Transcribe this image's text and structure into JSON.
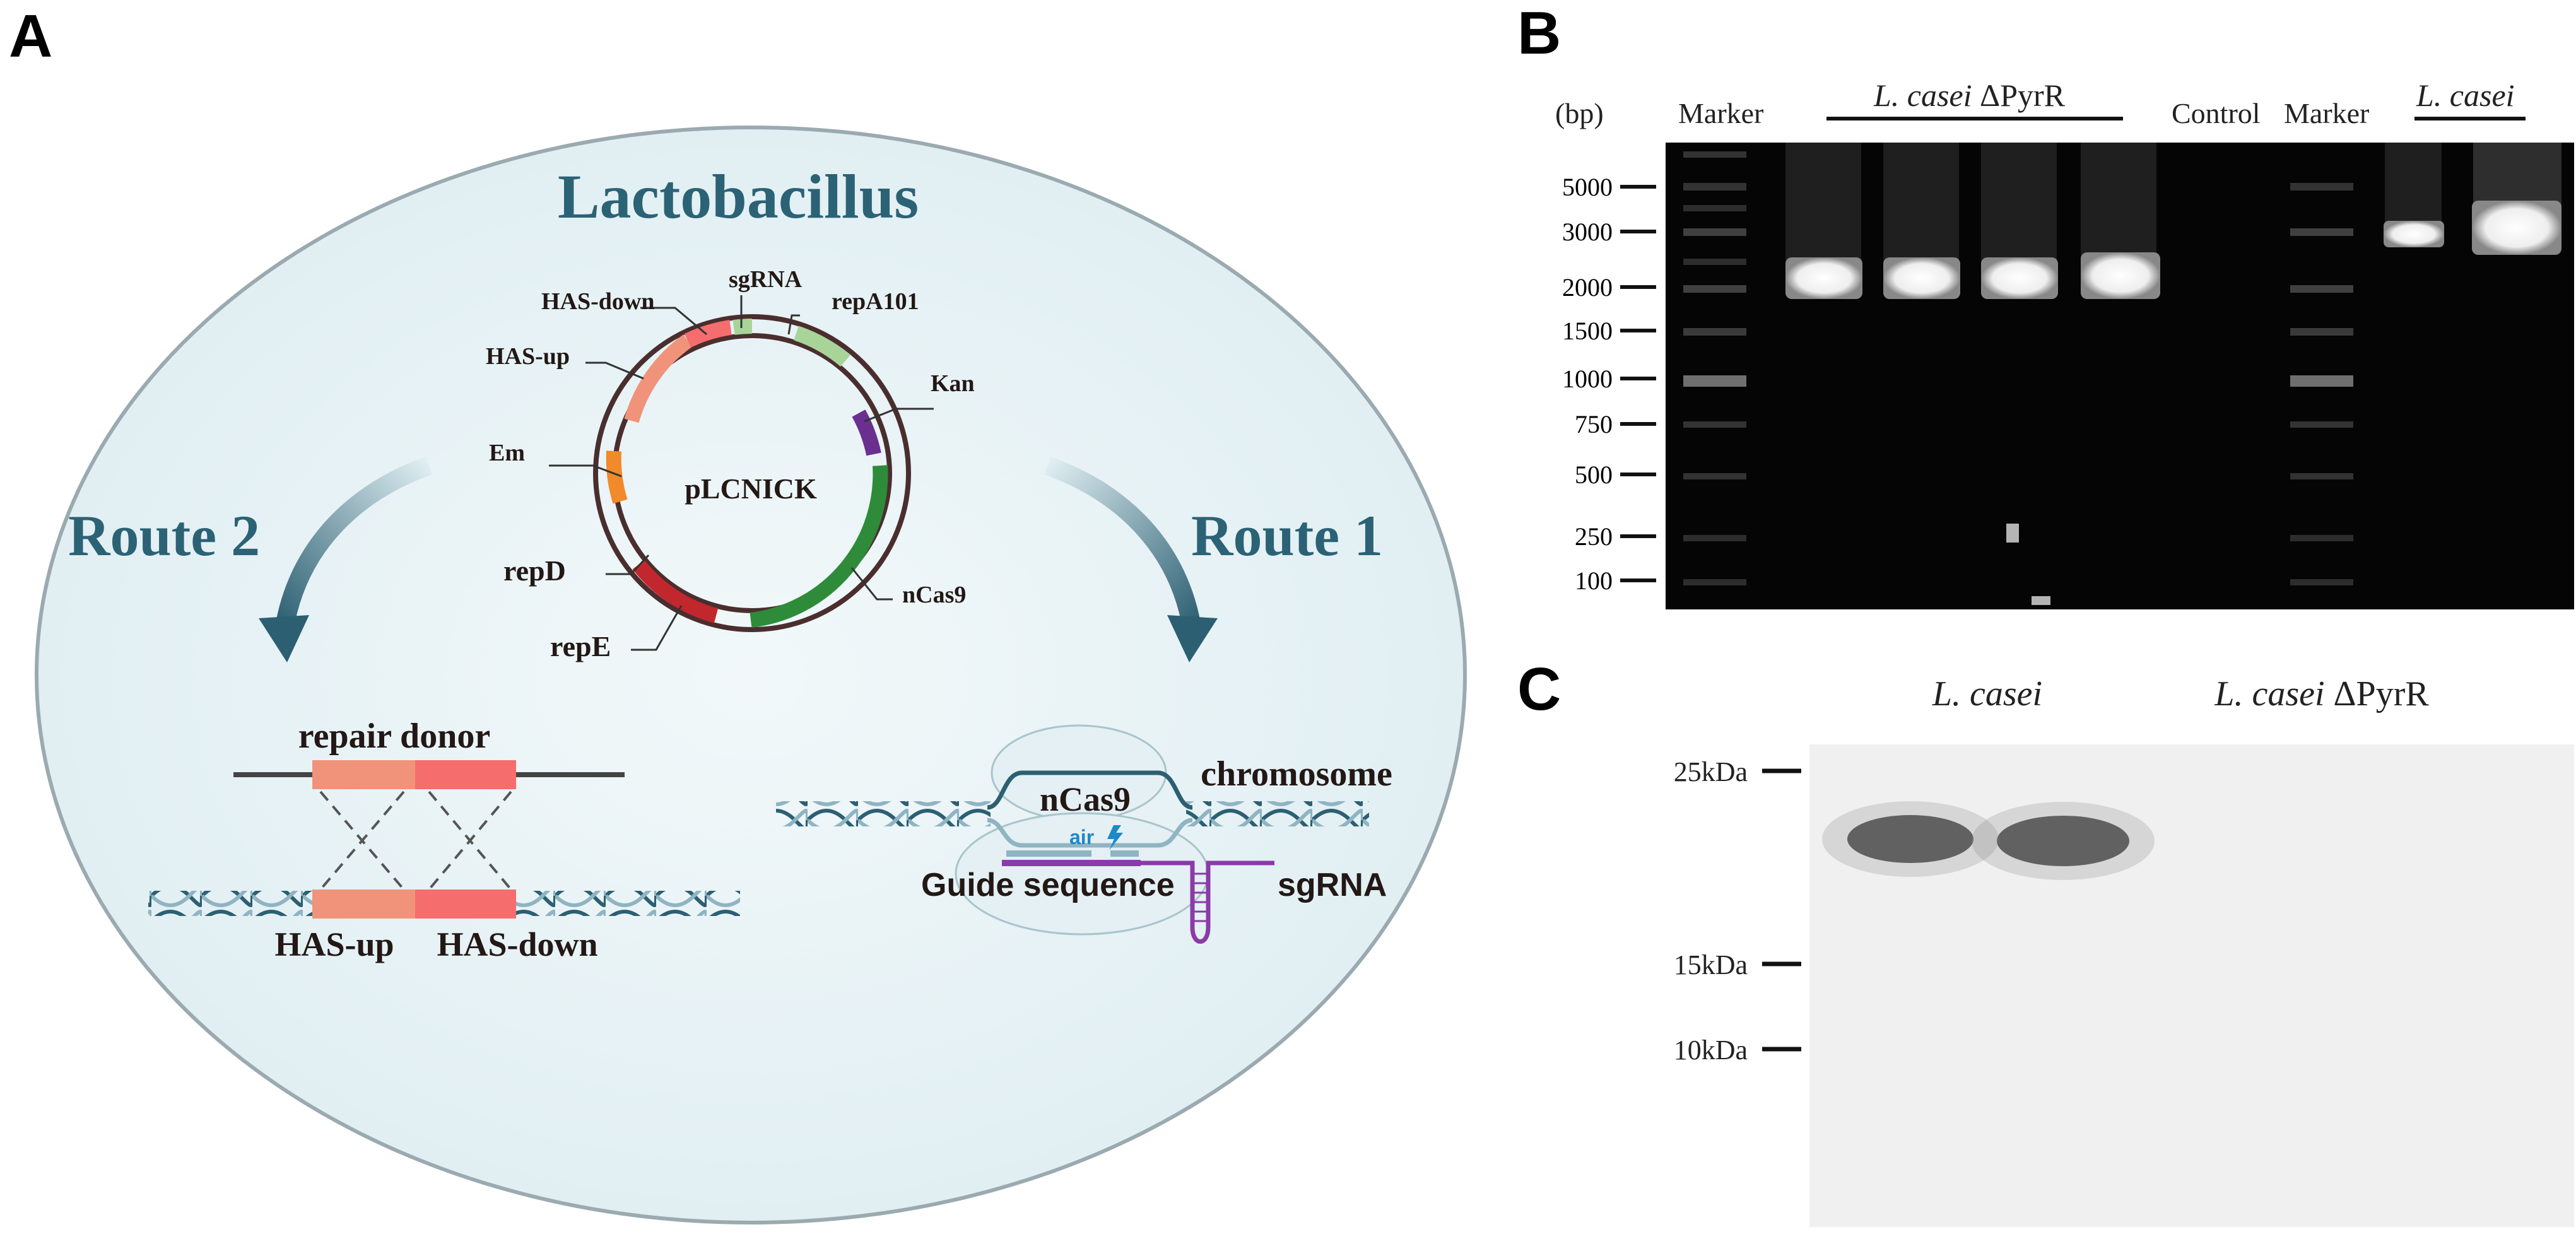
{
  "panel_a": {
    "letter": "A",
    "cell_title": "Lactobacillus",
    "plasmid_name": "pLCNICK",
    "plasmid_features": [
      "HAS-down",
      "sgRNA",
      "repA101",
      "HAS-up",
      "Kan",
      "Em",
      "repD",
      "nCas9",
      "repE"
    ],
    "route_left": "Route 2",
    "route_right": "Route 1",
    "repair_donor": "repair donor",
    "has_up": "HAS-up",
    "has_down": "HAS-down",
    "ncas9": "nCas9",
    "chromosome": "chromosome",
    "air": "air",
    "guide_sequence": "Guide sequence",
    "sgrna": "sgRNA",
    "colors": {
      "cell_fill": "#eaf4f6",
      "title_teal": "#2c6275",
      "has_up": "#f0937a",
      "has_down": "#f56d6d",
      "sgrna_green": "#a8d49a",
      "kan_purple": "#6a2f8f",
      "em_orange": "#f08a2a",
      "rep_red": "#c2272d",
      "ncas9_green": "#2e8b3a",
      "purple_rna": "#8b3aa8"
    }
  },
  "panel_b": {
    "letter": "B",
    "unit": "(bp)",
    "lane_labels": [
      "Marker",
      "Control",
      "Marker"
    ],
    "group_label_italic": "L. casei",
    "group_label_suffix": " ΔPyrR",
    "group2_label": "L. casei",
    "ladder": [
      "5000",
      "3000",
      "2000",
      "1500",
      "1000",
      "750",
      "500",
      "250",
      "100"
    ]
  },
  "panel_c": {
    "letter": "C",
    "lane1_label": "L. casei",
    "lane2_italic": "L. casei",
    "lane2_suffix": " ΔPyrR",
    "markers": [
      "25kDa",
      "15kDa",
      "10kDa"
    ]
  }
}
